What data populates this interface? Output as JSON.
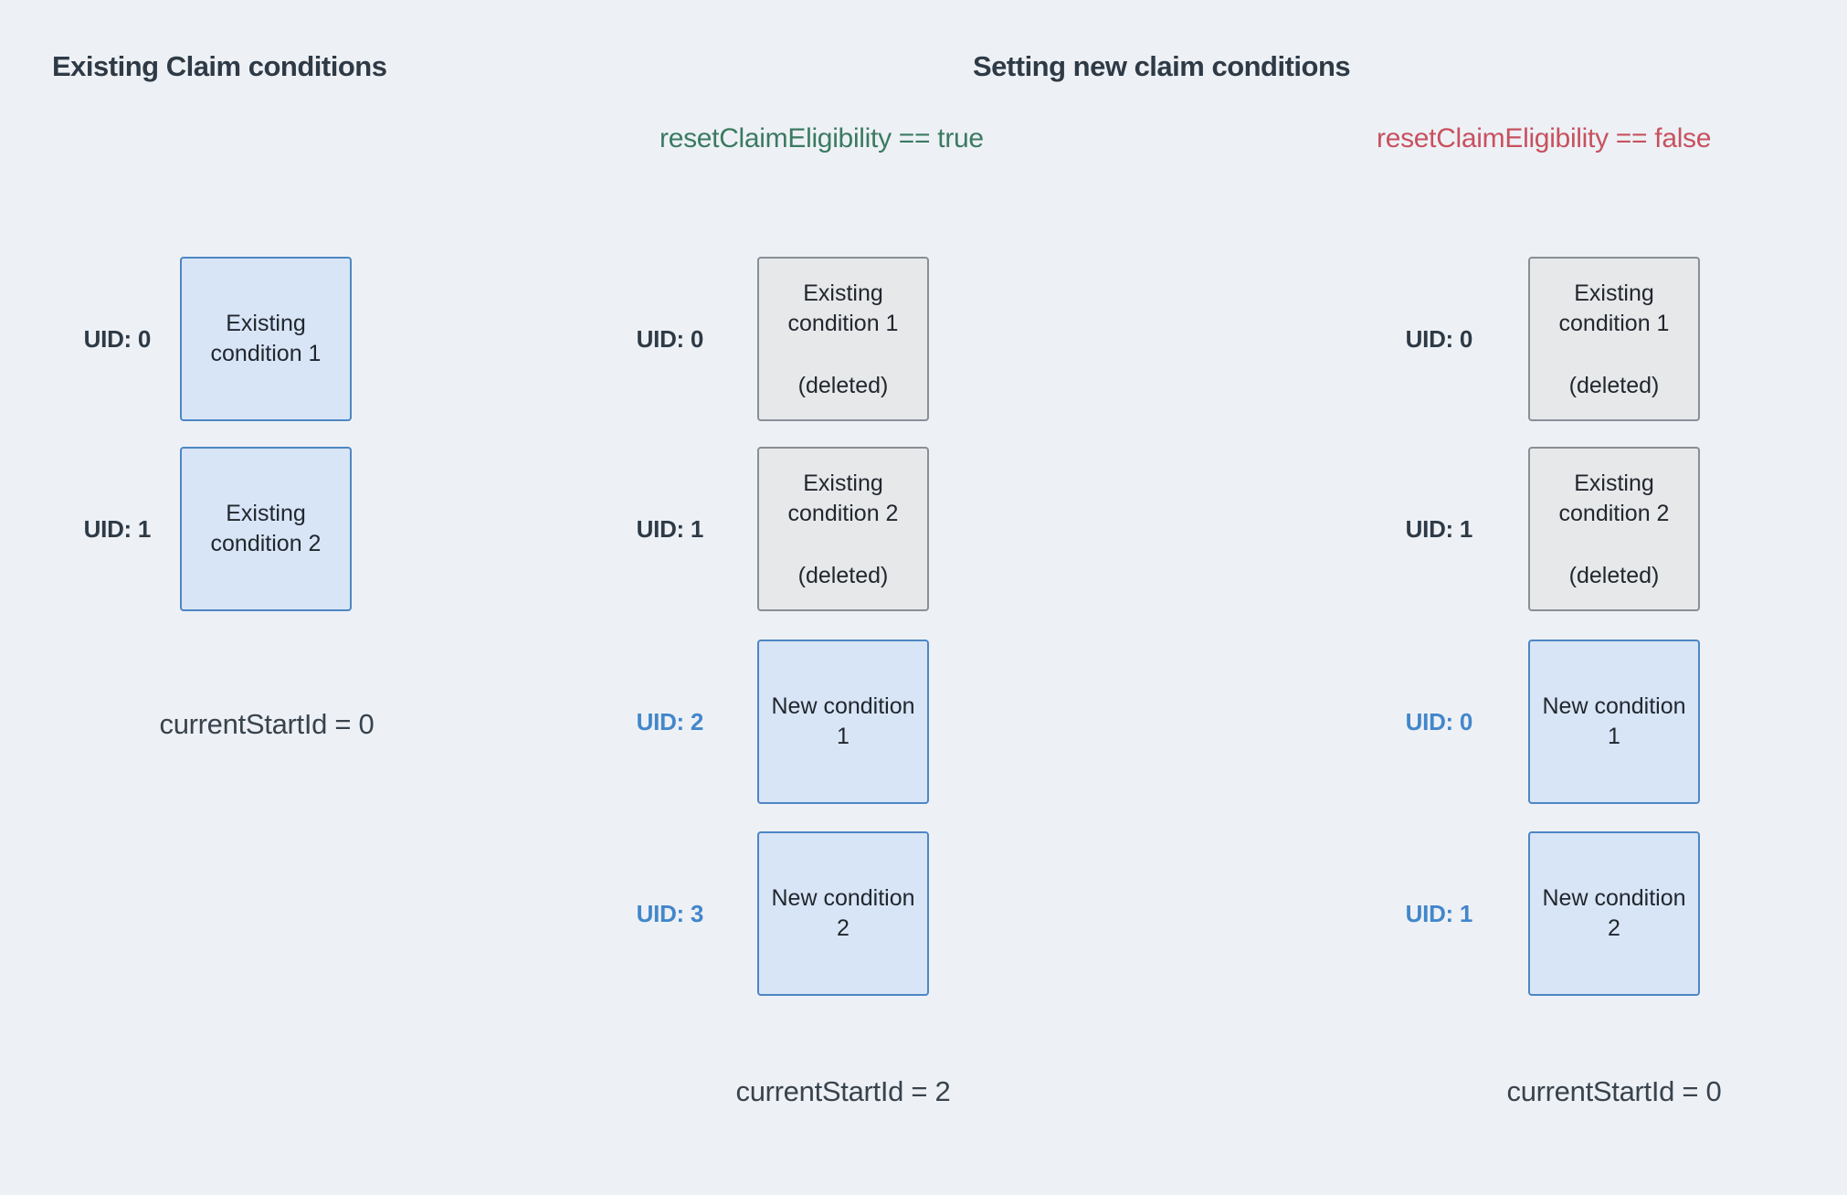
{
  "title_left": "Existing Claim conditions",
  "title_right": "Setting new claim conditions",
  "scenario_true": "resetClaimEligibility == true",
  "scenario_false": "resetClaimEligibility == false",
  "colors": {
    "background": "#edf1f5",
    "heading_text": "#2e3a46",
    "box_text": "#21272e",
    "green_label": "#3b7a61",
    "red_label": "#c8515f",
    "uid_blue": "#4386cb",
    "blue_box_fill": "#d8e5f6",
    "blue_box_border": "#4e86c4",
    "gray_box_fill": "#e7e8ea",
    "gray_box_border": "#898f96"
  },
  "columns": {
    "existing": {
      "items": [
        {
          "uid": "UID: 0",
          "line1": "Existing",
          "line2": "condition 1"
        },
        {
          "uid": "UID: 1",
          "line1": "Existing",
          "line2": "condition 2"
        }
      ],
      "footer": "currentStartId = 0"
    },
    "reset_true": {
      "items": [
        {
          "uid": "UID: 0",
          "line1": "Existing",
          "line2": "condition 1",
          "note": "(deleted)"
        },
        {
          "uid": "UID: 1",
          "line1": "Existing",
          "line2": "condition 2",
          "note": "(deleted)"
        },
        {
          "uid": "UID: 2",
          "line1": "New condition",
          "line2": "1"
        },
        {
          "uid": "UID: 3",
          "line1": "New condition",
          "line2": "2"
        }
      ],
      "footer": "currentStartId = 2"
    },
    "reset_false": {
      "items": [
        {
          "uid": "UID: 0",
          "line1": "Existing",
          "line2": "condition 1",
          "note": "(deleted)"
        },
        {
          "uid": "UID: 1",
          "line1": "Existing",
          "line2": "condition 2",
          "note": "(deleted)"
        },
        {
          "uid": "UID: 0",
          "line1": "New condition",
          "line2": "1"
        },
        {
          "uid": "UID: 1",
          "line1": "New condition",
          "line2": "2"
        }
      ],
      "footer": "currentStartId = 0"
    }
  }
}
